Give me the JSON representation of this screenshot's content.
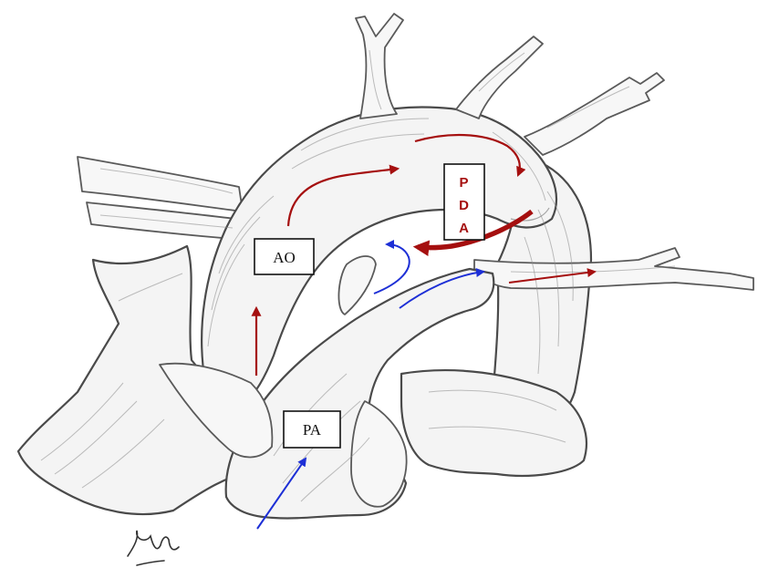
{
  "labels": {
    "aorta": "AO",
    "pulmonary_artery": "PA",
    "ductus_letters": [
      "P",
      "D",
      "A"
    ]
  },
  "colors": {
    "oxygenated_flow": "#a50f0f",
    "deoxygenated_flow": "#1d2fd6",
    "pencil_outline": "#4a4a4a"
  },
  "icons": {
    "red_arrows": "flow-arrow-red",
    "blue_arrows": "flow-arrow-blue",
    "signature": "artist-signature"
  }
}
